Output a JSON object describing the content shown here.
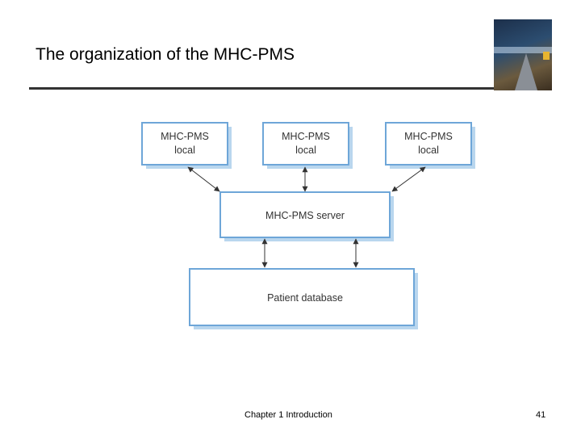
{
  "slide": {
    "title": "The organization of the MHC-PMS",
    "footer_chapter": "Chapter 1 Introduction",
    "page_number": "41"
  },
  "diagram": {
    "local_nodes": [
      {
        "line1": "MHC-PMS",
        "line2": "local"
      },
      {
        "line1": "MHC-PMS",
        "line2": "local"
      },
      {
        "line1": "MHC-PMS",
        "line2": "local"
      }
    ],
    "server": "MHC-PMS server",
    "database": "Patient database"
  },
  "colors": {
    "box_border": "#6ea6d8",
    "box_shadow": "#b9d6ee",
    "rule": "#333333"
  },
  "book_cover": {
    "icon": "book-cover-image"
  }
}
